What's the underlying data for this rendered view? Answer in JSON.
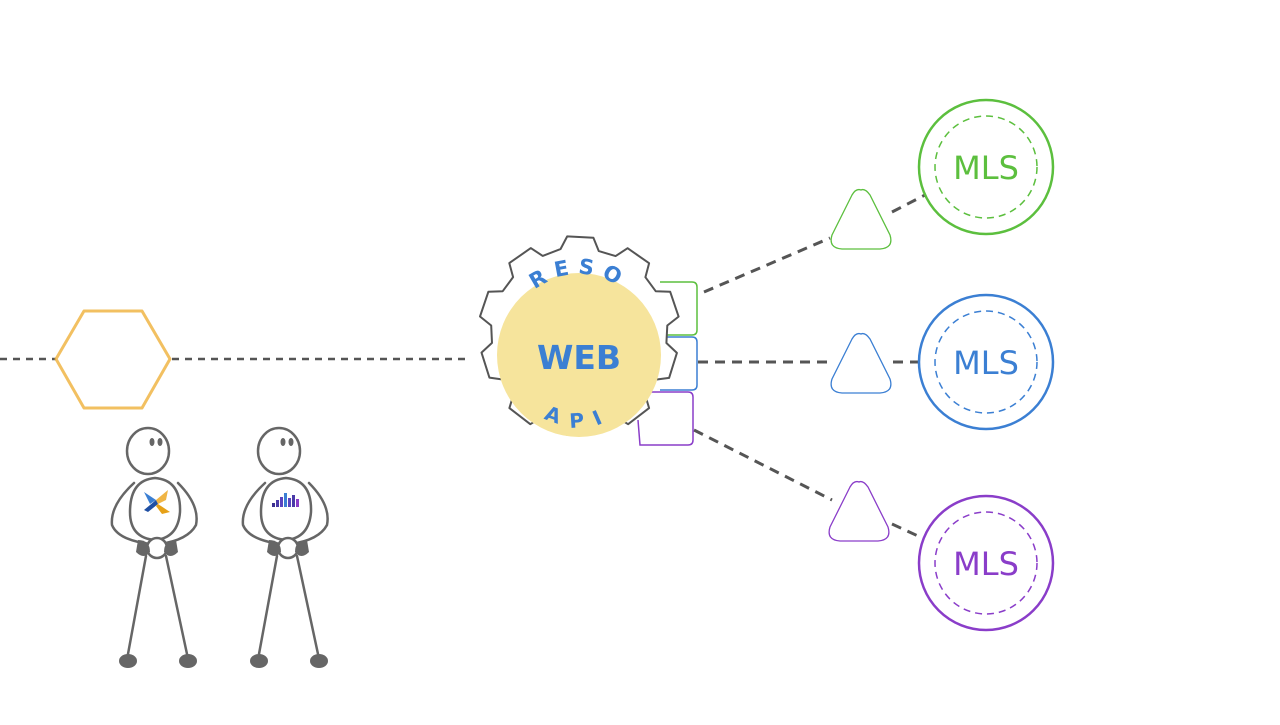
{
  "colors": {
    "green": "#5cbf3e",
    "blue": "#3b7fd3",
    "purple": "#8a3dc9",
    "gear_fill": "#f6e49c",
    "gear_text": "#3b7fd3",
    "hexagon": "#f0b545",
    "line": "#555555",
    "figure": "#666666"
  },
  "gear": {
    "top_text": "RESO",
    "center_text": "WEB",
    "bottom_text": "API"
  },
  "mls_nodes": [
    {
      "label": "MLS",
      "color_key": "green"
    },
    {
      "label": "MLS",
      "color_key": "blue"
    },
    {
      "label": "MLS",
      "color_key": "purple"
    }
  ],
  "figures": [
    {
      "badge_icon": "x-logo-icon"
    },
    {
      "badge_icon": "bar-chart-logo-icon"
    }
  ]
}
